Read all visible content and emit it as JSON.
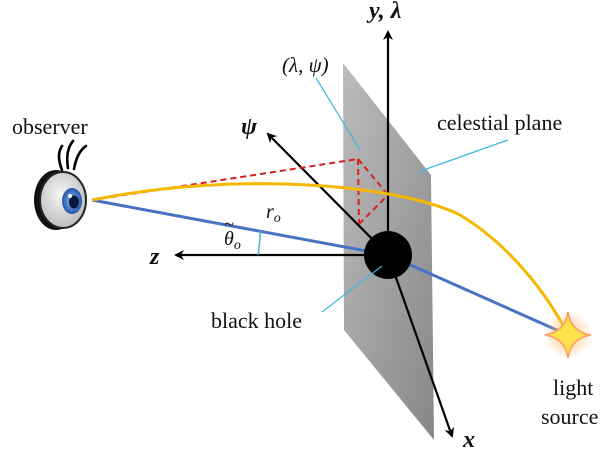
{
  "labels": {
    "observer": "observer",
    "celestial_plane": "celestial plane",
    "black_hole": "black hole",
    "light": "light",
    "source": "source",
    "point_coords": "(λ, ψ)",
    "axis_y": "y, λ",
    "axis_psi": "ψ",
    "axis_z": "z",
    "axis_x": "x",
    "r_o": "r",
    "r_o_sub": "o",
    "theta": "θ",
    "theta_tilde": "~",
    "theta_sub": "o"
  },
  "colors": {
    "light_ray": "#f5b800",
    "line_of_sight": "#4a72c4",
    "projection": "#d62020",
    "plane": "#9a9a9a",
    "leader": "#3fb8dc",
    "axes": "#000000"
  },
  "icons": {
    "observer": "eye-icon",
    "light_source": "star-sparkle-icon"
  }
}
